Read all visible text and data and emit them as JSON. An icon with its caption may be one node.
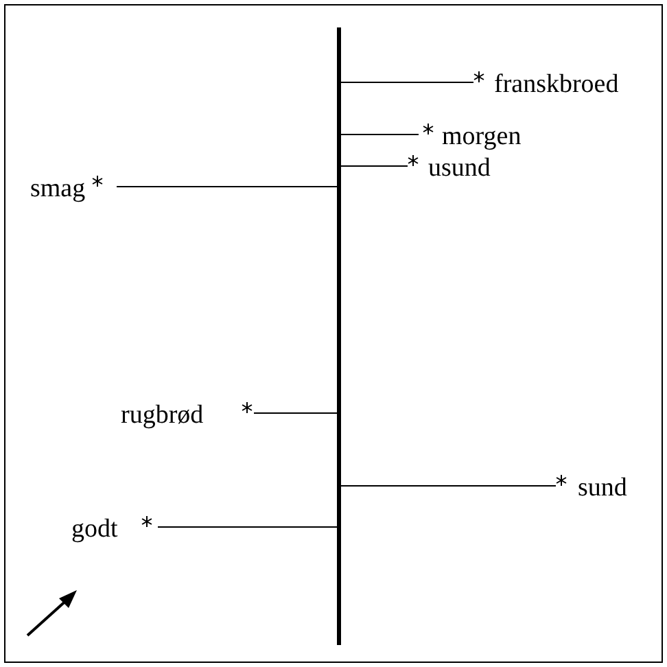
{
  "diagram": {
    "labels": [
      "franskbroed",
      "morgen",
      "usund",
      "smag",
      "rugbrød",
      "sund",
      "godt"
    ]
  }
}
